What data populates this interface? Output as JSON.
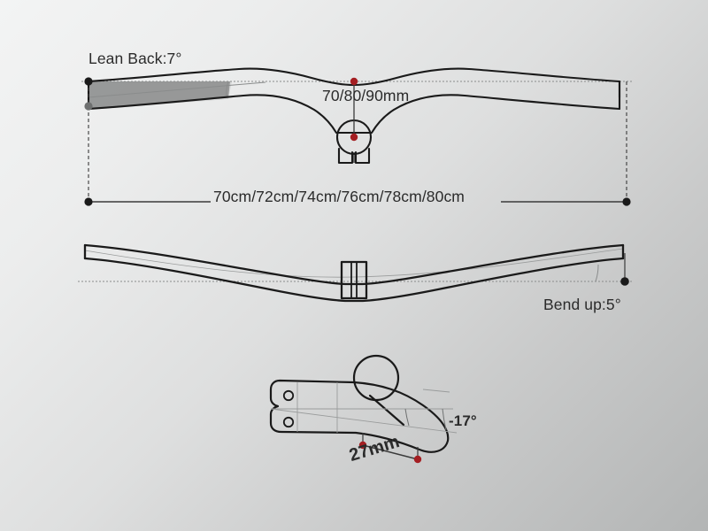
{
  "diagram": {
    "title": "Bicycle Handlebar Dimension Diagram",
    "colors": {
      "outline": "#1a1a1a",
      "text": "#2b2b2b",
      "marker_red": "#a41e22",
      "marker_dark": "#1a1a1a",
      "marker_grey": "#6e7070",
      "guide": "#8a8c8c",
      "shade": "#c6c8c8",
      "bg_light": "#f3f4f4",
      "bg_dark": "#b3b5b5"
    },
    "views": {
      "top": {
        "name": "top-view",
        "lean_back_label": "Lean Back:7°",
        "stem_length_label": "70/80/90mm",
        "width_label": "70cm/72cm/74cm/76cm/78cm/80cm"
      },
      "side": {
        "name": "side-view",
        "bend_up_label": "Bend up:5°"
      },
      "stem": {
        "name": "stem-detail-view",
        "angle_label": "-17°",
        "reach_label": "27mm"
      }
    },
    "specs": {
      "lean_back_deg": 7,
      "bend_up_deg": 5,
      "stem_angle_deg": -17,
      "stem_rise_mm": 27,
      "stem_lengths_mm": [
        70,
        80,
        90
      ],
      "widths_cm": [
        70,
        72,
        74,
        76,
        78,
        80
      ]
    }
  }
}
